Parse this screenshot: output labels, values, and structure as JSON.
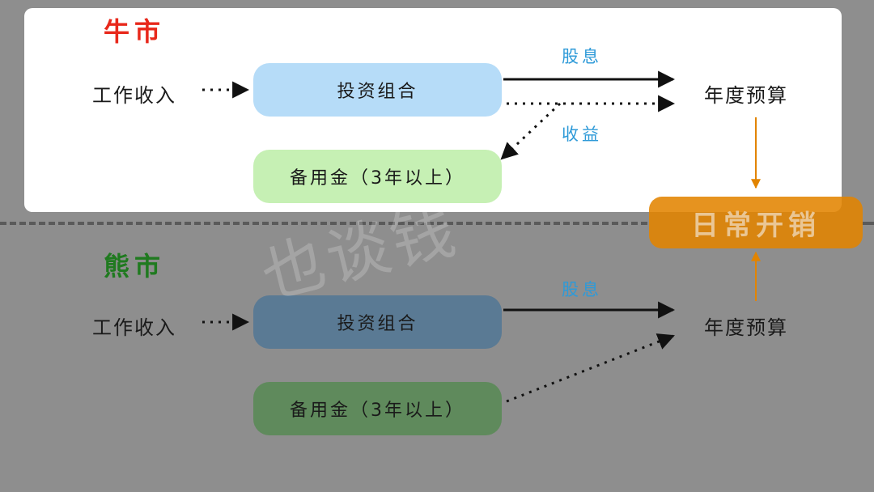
{
  "bull": {
    "title": "牛市",
    "income": "工作收入",
    "portfolio": "投资组合",
    "reserve": "备用金（3年以上）",
    "dividend": "股息",
    "gain": "收益",
    "budget": "年度预算"
  },
  "bear": {
    "title": "熊市",
    "income": "工作收入",
    "portfolio": "投资组合",
    "reserve": "备用金（3年以上）",
    "dividend": "股息",
    "budget": "年度预算"
  },
  "daily_expense": "日常开销",
  "watermark": "也谈钱",
  "colors": {
    "bull_title": "#e8281b",
    "bear_title": "#1f7a1f",
    "edge_label": "#2e9ad8",
    "daily_box": "#e28400",
    "portfolio_box": "#b6dcf8",
    "reserve_box": "#c6f0b4"
  }
}
